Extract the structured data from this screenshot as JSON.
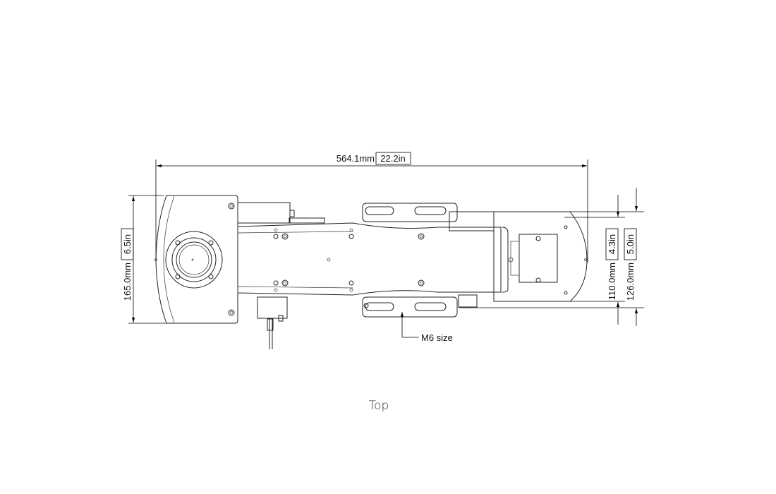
{
  "view_label": "Top",
  "dimensions": {
    "overall_length": {
      "mm": "564.1mm",
      "in": "22.2in"
    },
    "base_width": {
      "mm": "165.0mm",
      "in": "6.5in"
    },
    "inner_width": {
      "mm": "110.0mm",
      "in": "4.3in"
    },
    "outer_width": {
      "mm": "126.0mm",
      "in": "5.0in"
    }
  },
  "callouts": {
    "slot": "M6 size"
  }
}
